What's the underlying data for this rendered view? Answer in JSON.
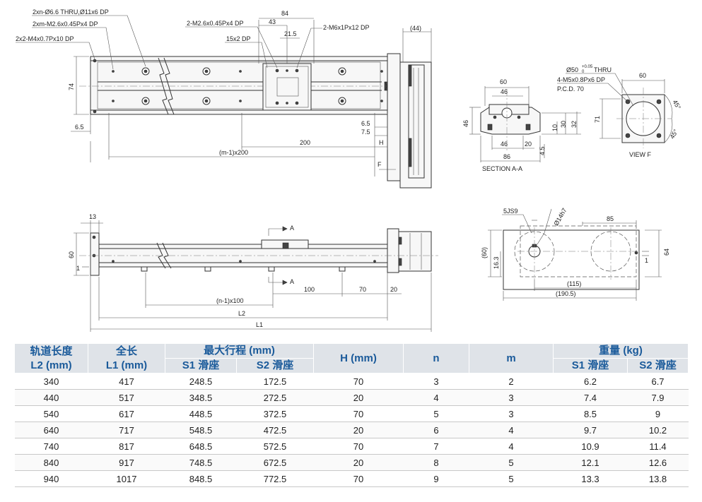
{
  "drawing": {
    "top_view": {
      "callout_holes_thru": "2xn-Ø6.6 THRU,Ø11x6 DP",
      "callout_holes_m26": "2xm-M2.6x0.45Px4 DP",
      "callout_holes_m4": "2x2-M4x0.7Px10 DP",
      "callout_carriage_m26": "2-M2.6x0.45Px4 DP",
      "callout_carriage_m6": "2-M6x1Px12 DP",
      "dim_84": "84",
      "dim_43": "43",
      "dim_21_5": "21.5",
      "dim_15x2": "15x2 DP",
      "dim_44": "(44)",
      "dim_74": "74",
      "dim_6_5_left": "6.5",
      "dim_6_5_right": "6.5",
      "dim_7_5": "7.5",
      "dim_200": "200",
      "dim_h": "H",
      "dim_m200": "(m-1)x200",
      "view_f_marker": "F"
    },
    "side_view": {
      "dim_13": "13",
      "dim_60": "60",
      "dim_1": "1",
      "section_a_top": "A",
      "section_a_bottom": "A",
      "dim_100": "100",
      "dim_70": "70",
      "dim_20": "20",
      "dim_n100": "(n-1)x100",
      "dim_l2": "L2",
      "dim_l1": "L1"
    },
    "section_aa": {
      "dim_60": "60",
      "dim_46_top": "46",
      "dim_46_left": "46",
      "dim_46_bottom": "46",
      "dim_20": "20",
      "dim_86": "86",
      "dim_10": "10",
      "dim_30": "30",
      "dim_32": "32",
      "dim_4_5": "4.5",
      "label": "SECTION A-A"
    },
    "view_f": {
      "callout_thru_main": "Ø50",
      "callout_thru_tol_upper": "+0.05",
      "callout_thru_tol_lower": "0",
      "callout_thru_suffix": "THRU",
      "callout_m5": "4-M5x0.8Px6 DP",
      "callout_pcd": "P.C.D. 70",
      "dim_60": "60",
      "dim_71": "71",
      "angle_1": "45°",
      "angle_2": "45°",
      "label": "VIEW F"
    },
    "motor_view": {
      "callout_key": "5JS9",
      "callout_shaft": "Ø14h7",
      "dim_85": "85",
      "dim_60": "(60)",
      "dim_16_3": "16.3",
      "dim_1": "1",
      "dim_64": "64",
      "dim_115": "(115)",
      "dim_190_5": "(190.5)"
    }
  },
  "table": {
    "header": {
      "rail_length": "轨道长度",
      "rail_length_unit": "L2 (mm)",
      "total_length": "全长",
      "total_length_unit": "L1 (mm)",
      "max_stroke": "最大行程 (mm)",
      "s1": "S1 滑座",
      "s2": "S2 滑座",
      "h": "H (mm)",
      "n": "n",
      "m": "m",
      "weight": "重量 (kg)",
      "w_s1": "S1 滑座",
      "w_s2": "S2 滑座"
    },
    "rows": [
      [
        "340",
        "417",
        "248.5",
        "172.5",
        "70",
        "3",
        "2",
        "6.2",
        "6.7"
      ],
      [
        "440",
        "517",
        "348.5",
        "272.5",
        "20",
        "4",
        "3",
        "7.4",
        "7.9"
      ],
      [
        "540",
        "617",
        "448.5",
        "372.5",
        "70",
        "5",
        "3",
        "8.5",
        "9"
      ],
      [
        "640",
        "717",
        "548.5",
        "472.5",
        "20",
        "6",
        "4",
        "9.7",
        "10.2"
      ],
      [
        "740",
        "817",
        "648.5",
        "572.5",
        "70",
        "7",
        "4",
        "10.9",
        "11.4"
      ],
      [
        "840",
        "917",
        "748.5",
        "672.5",
        "20",
        "8",
        "5",
        "12.1",
        "12.6"
      ],
      [
        "940",
        "1017",
        "848.5",
        "772.5",
        "70",
        "9",
        "5",
        "13.3",
        "13.8"
      ]
    ]
  }
}
